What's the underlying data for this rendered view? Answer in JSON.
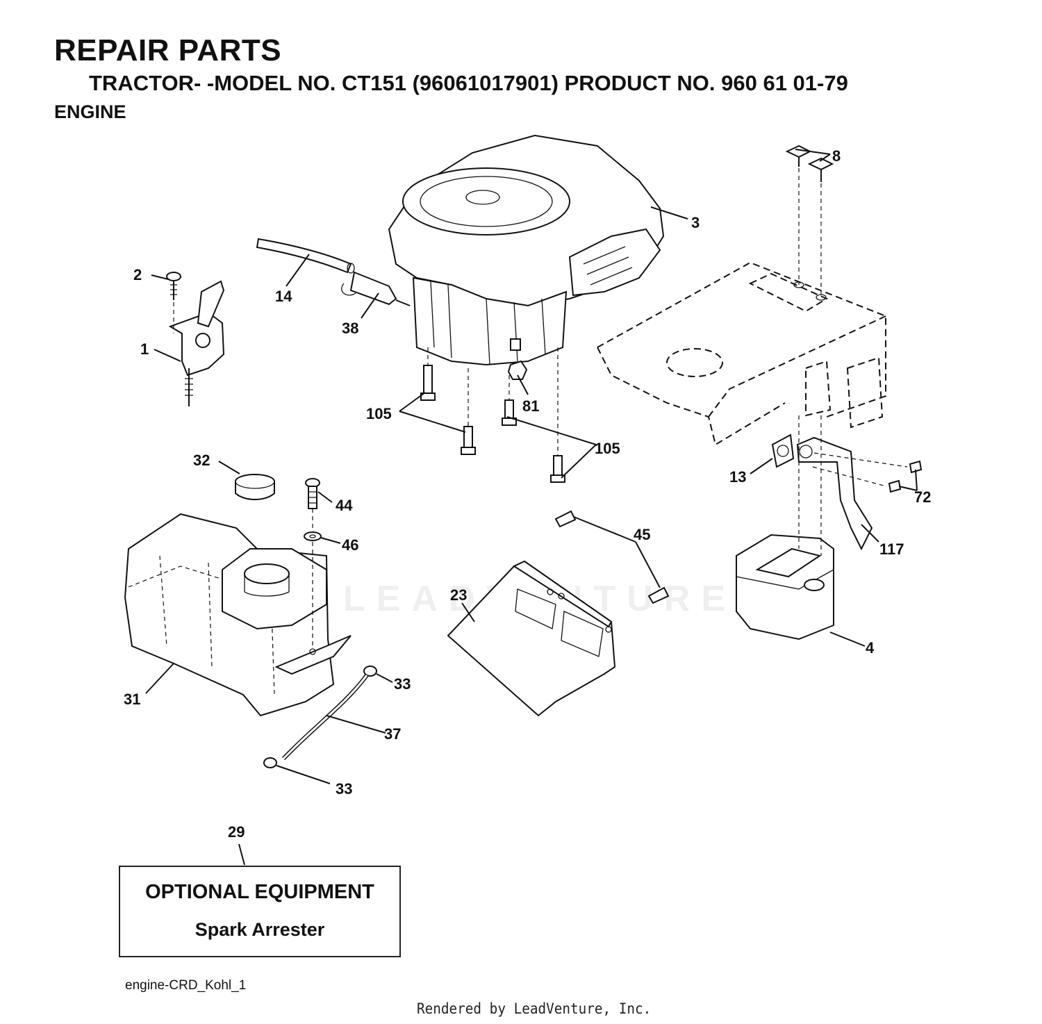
{
  "header": {
    "title": "REPAIR PARTS",
    "subtitle": "TRACTOR- -MODEL NO. CT151 (96061017901) PRODUCT NO. 960 61 01-79",
    "section": "ENGINE"
  },
  "callouts": {
    "c1": "1",
    "c2": "2",
    "c3": "3",
    "c4": "4",
    "c8": "8",
    "c13": "13",
    "c14": "14",
    "c23": "23",
    "c29": "29",
    "c31": "31",
    "c32": "32",
    "c33a": "33",
    "c33b": "33",
    "c37": "37",
    "c38": "38",
    "c44": "44",
    "c45": "45",
    "c46": "46",
    "c72": "72",
    "c81": "81",
    "c105a": "105",
    "c105b": "105",
    "c117": "117"
  },
  "optional_box": {
    "title": "OPTIONAL EQUIPMENT",
    "item": "Spark Arrester"
  },
  "diagram_code": "engine-CRD_Kohl_1",
  "watermark": "LEADVENTURE",
  "footer": "Rendered by LeadVenture, Inc."
}
